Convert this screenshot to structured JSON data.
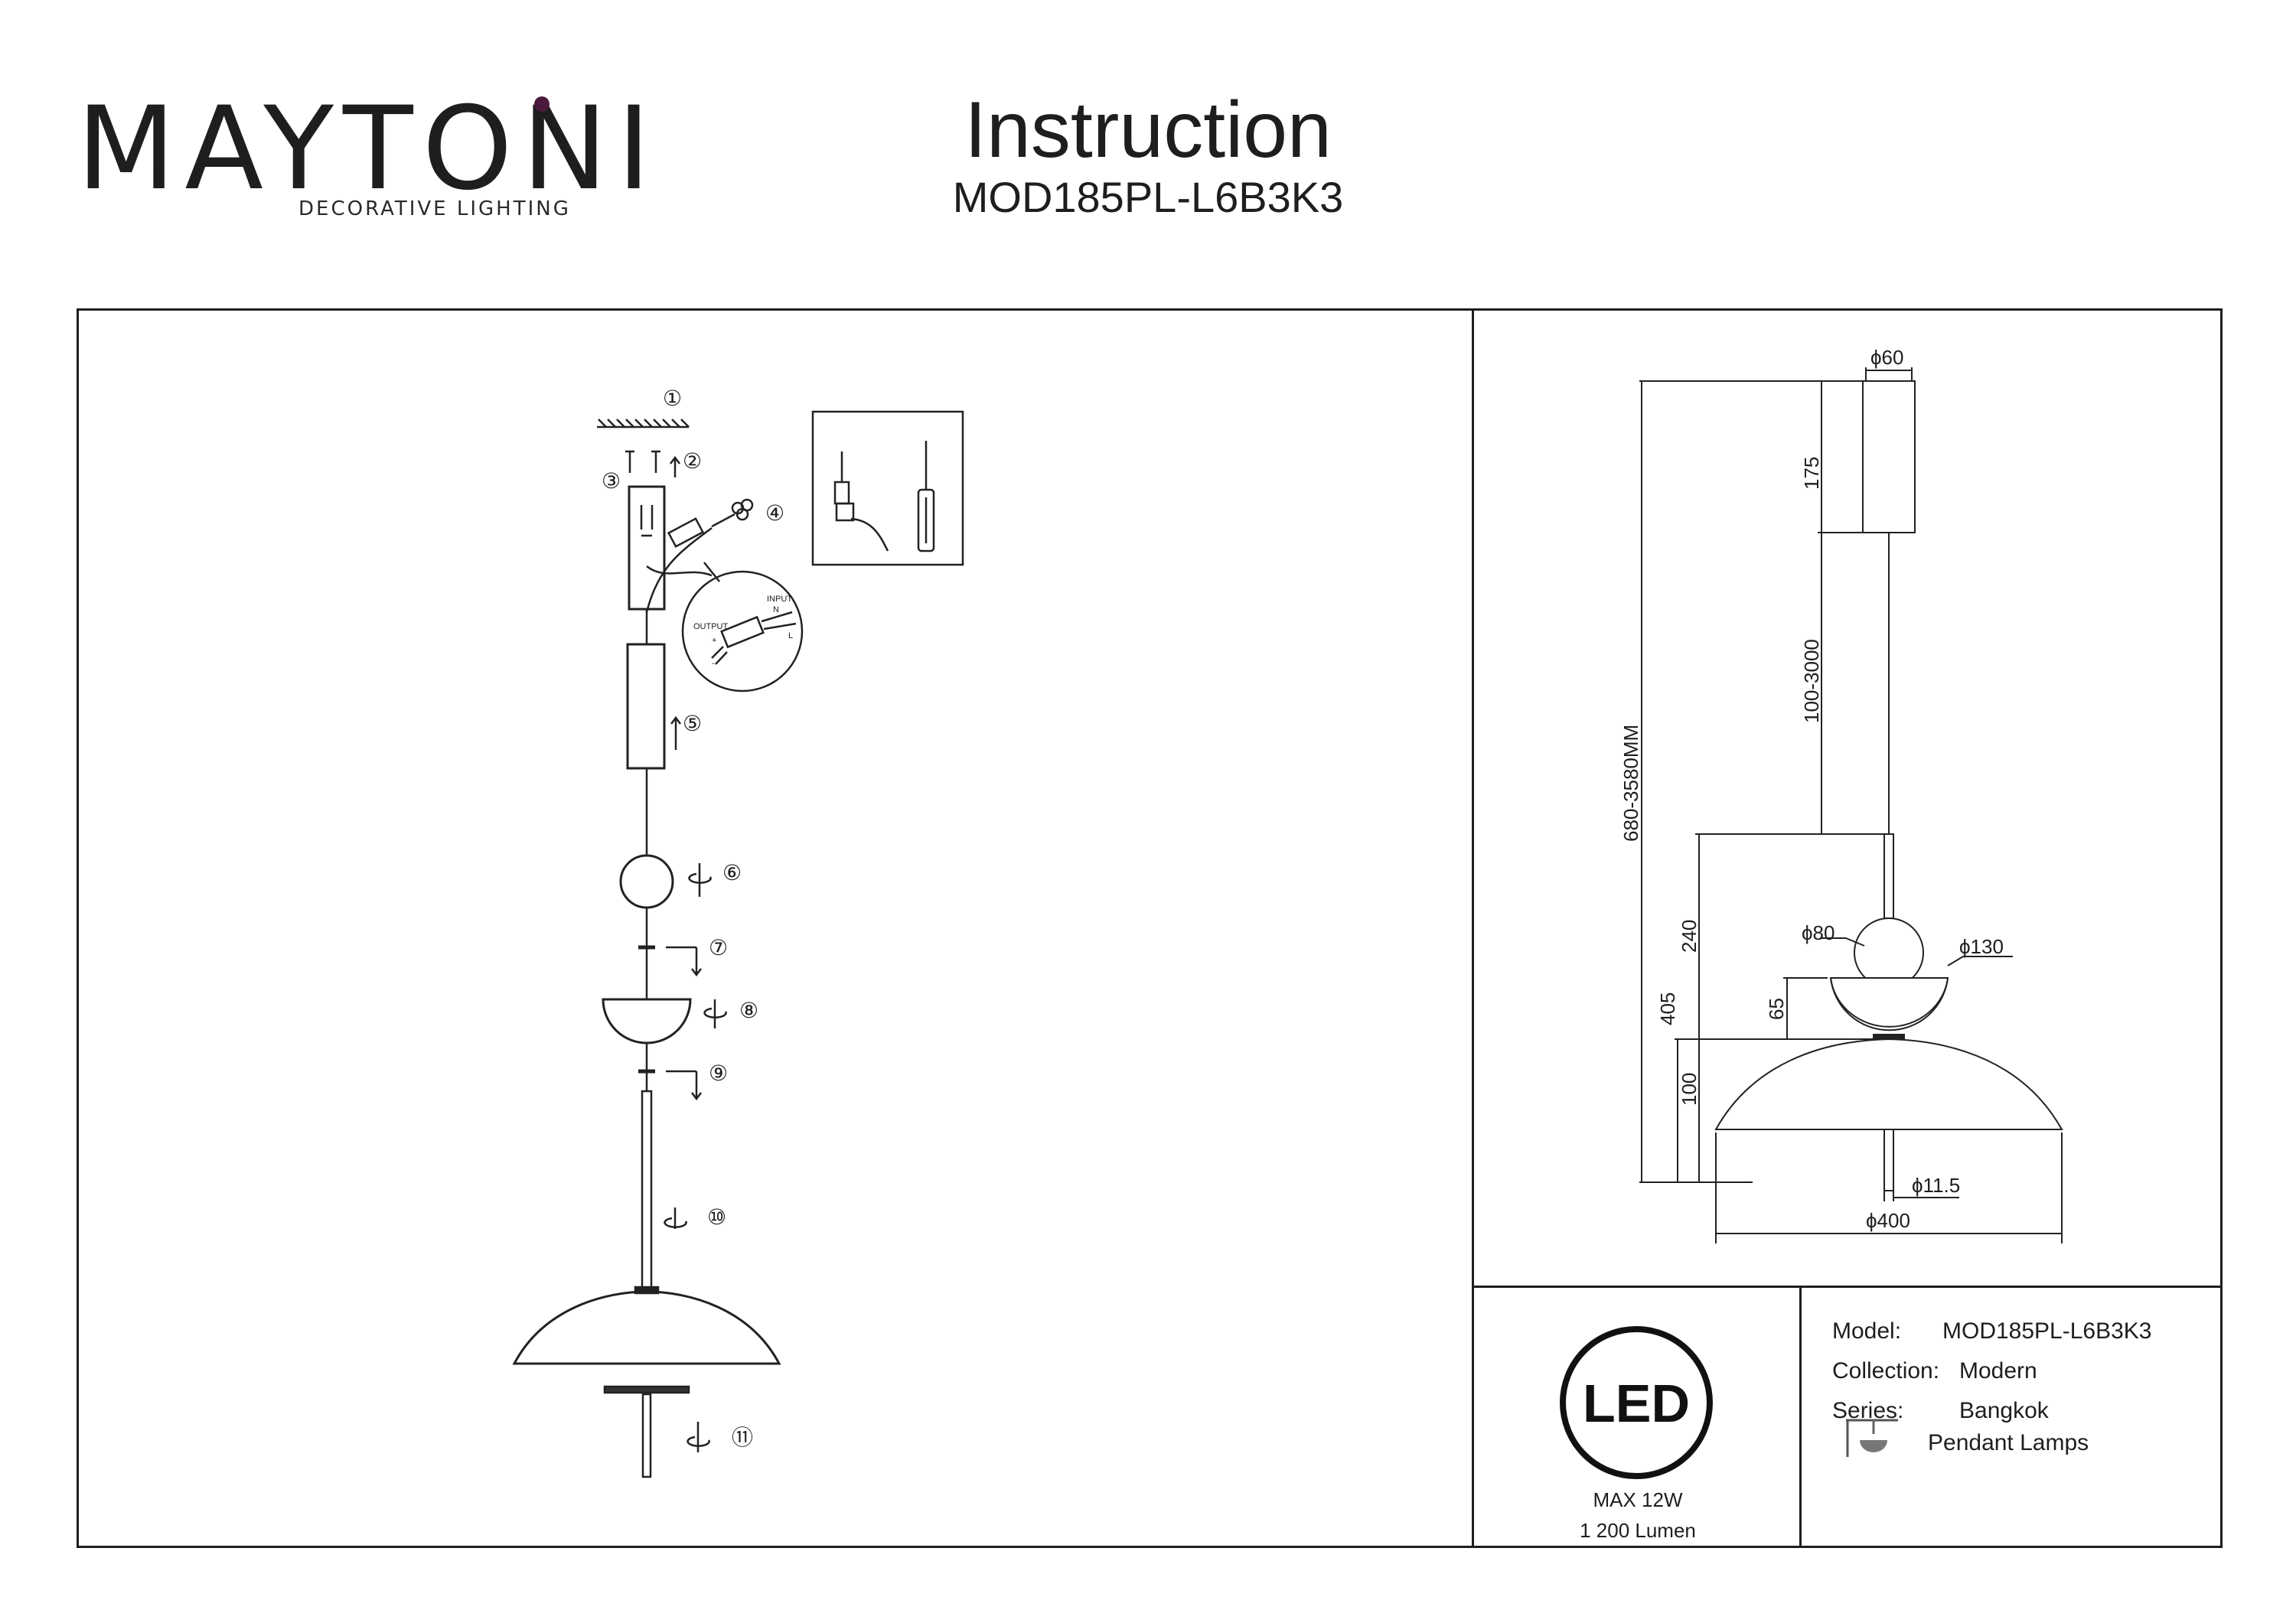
{
  "brand": {
    "name": "MAYTONI",
    "tagline": "DECORATIVE LIGHTING",
    "accent_color": "#4a1a3c"
  },
  "header": {
    "title": "Instruction",
    "model": "MOD185PL-L6B3K3"
  },
  "assembly": {
    "steps": [
      "①",
      "②",
      "③",
      "④",
      "⑤",
      "⑥",
      "⑦",
      "⑧",
      "⑨",
      "⑩",
      "⑪"
    ],
    "driver_labels": {
      "output": "OUTPUT",
      "input": "INPUT",
      "plus": "+",
      "minus": "-",
      "n": "N",
      "l": "L"
    },
    "tools": [
      "drill-icon",
      "screwdriver-icon"
    ]
  },
  "dimensions": {
    "canopy_diameter": "ϕ60",
    "canopy_height": "175",
    "cable_length": "100-3000",
    "total_height": "680-3580MM",
    "lower_height": "405",
    "body_height": "240",
    "sphere_diameter": "ϕ80",
    "cup_diameter": "ϕ130",
    "cup_height": "65",
    "shade_height": "100",
    "rod_diameter": "ϕ11.5",
    "shade_diameter": "ϕ400"
  },
  "led_block": {
    "badge": "LED",
    "power": "MAX 12W",
    "lumen": "1 200 Lumen"
  },
  "specs": {
    "model_label": "Model:",
    "model_value": "MOD185PL-L6B3K3",
    "collection_label": "Collection:",
    "collection_value": "Modern",
    "series_label": "Series:",
    "series_value": "Bangkok",
    "type_value": "Pendant Lamps",
    "type_icon": "pendant-lamp-icon"
  }
}
